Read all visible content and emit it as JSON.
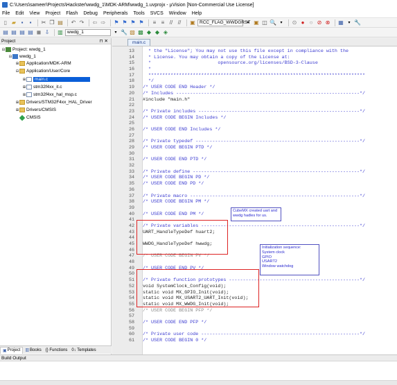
{
  "window": {
    "title": "C:\\Users\\sameer\\Projects\\Hackster\\wwdg_1\\MDK-ARM\\wwdg_1.uvprojx - µVision [Non-Commercial Use License]"
  },
  "menu": [
    "File",
    "Edit",
    "View",
    "Project",
    "Flash",
    "Debug",
    "Peripherals",
    "Tools",
    "SVCS",
    "Window",
    "Help"
  ],
  "toolbar1": {
    "target_combo": "RCC_FLAG_WWDGRST"
  },
  "toolbar2": {
    "target_select": "wwdg_1"
  },
  "project_panel": {
    "title": "Project",
    "tree": [
      {
        "label": "Project: wwdg_1",
        "depth": 0,
        "icon": "project",
        "expand": "minus"
      },
      {
        "label": "wwdg_1",
        "depth": 1,
        "icon": "target",
        "expand": "minus"
      },
      {
        "label": "Application/MDK-ARM",
        "depth": 2,
        "icon": "folder",
        "expand": "plus"
      },
      {
        "label": "Application/User/Core",
        "depth": 2,
        "icon": "folder",
        "expand": "minus"
      },
      {
        "label": "main.c",
        "depth": 3,
        "icon": "file",
        "expand": "plus",
        "selected": true
      },
      {
        "label": "stm32f4xx_it.c",
        "depth": 3,
        "icon": "file",
        "expand": "plus"
      },
      {
        "label": "stm32f4xx_hal_msp.c",
        "depth": 3,
        "icon": "file",
        "expand": "plus"
      },
      {
        "label": "Drivers/STM32F4xx_HAL_Driver",
        "depth": 2,
        "icon": "folder",
        "expand": "plus"
      },
      {
        "label": "Drivers/CMSIS",
        "depth": 2,
        "icon": "folder",
        "expand": "plus"
      },
      {
        "label": "CMSIS",
        "depth": 2,
        "icon": "gem",
        "expand": ""
      }
    ],
    "tabs": [
      "Project",
      "Books",
      "{} Functions",
      "0↓ Templates"
    ]
  },
  "editor": {
    "tab": "main.c",
    "lines": [
      {
        "n": "13",
        "text": "  * the \"License\"; You may not use this file except in compliance with the",
        "style": "comment"
      },
      {
        "n": "14",
        "text": "  * License. You may obtain a copy of the License at:",
        "style": "comment"
      },
      {
        "n": "15",
        "text": "  *                        opensource.org/licenses/BSD-3-Clause",
        "style": "comment"
      },
      {
        "n": "16",
        "text": "  *",
        "style": "comment"
      },
      {
        "n": "17",
        "text": "  ******************************************************************************",
        "style": "comment"
      },
      {
        "n": "18",
        "text": "  */",
        "style": "comment"
      },
      {
        "n": "19",
        "text": "/* USER CODE END Header */",
        "style": "comment"
      },
      {
        "n": "20",
        "text": "/* Includes ------------------------------------------------------------------*/",
        "style": "comment"
      },
      {
        "n": "21",
        "text": "#include \"main.h\"",
        "style": "code"
      },
      {
        "n": "22",
        "text": "",
        "style": "code"
      },
      {
        "n": "23",
        "text": "/* Private includes ----------------------------------------------------------*/",
        "style": "comment"
      },
      {
        "n": "24",
        "text": "/* USER CODE BEGIN Includes */",
        "style": "comment"
      },
      {
        "n": "25",
        "text": "",
        "style": "code"
      },
      {
        "n": "26",
        "text": "/* USER CODE END Includes */",
        "style": "comment"
      },
      {
        "n": "27",
        "text": "",
        "style": "code"
      },
      {
        "n": "28",
        "text": "/* Private typedef -----------------------------------------------------------*/",
        "style": "comment"
      },
      {
        "n": "29",
        "text": "/* USER CODE BEGIN PTD */",
        "style": "comment"
      },
      {
        "n": "30",
        "text": "",
        "style": "code"
      },
      {
        "n": "31",
        "text": "/* USER CODE END PTD */",
        "style": "comment"
      },
      {
        "n": "32",
        "text": "",
        "style": "code"
      },
      {
        "n": "33",
        "text": "/* Private define ------------------------------------------------------------*/",
        "style": "comment"
      },
      {
        "n": "34",
        "text": "/* USER CODE BEGIN PD */",
        "style": "comment"
      },
      {
        "n": "35",
        "text": "/* USER CODE END PD */",
        "style": "comment"
      },
      {
        "n": "36",
        "text": "",
        "style": "code"
      },
      {
        "n": "37",
        "text": "/* Private macro -------------------------------------------------------------*/",
        "style": "comment"
      },
      {
        "n": "38",
        "text": "/* USER CODE BEGIN PM */",
        "style": "comment"
      },
      {
        "n": "39",
        "text": "",
        "style": "code"
      },
      {
        "n": "40",
        "text": "/* USER CODE END PM */",
        "style": "comment"
      },
      {
        "n": "41",
        "text": "",
        "style": "code"
      },
      {
        "n": "42",
        "text": "/* Private variables ---------------------------------------------------------*/",
        "style": "comment"
      },
      {
        "n": "43",
        "text": "UART_HandleTypeDef huart2;",
        "style": "code"
      },
      {
        "n": "44",
        "text": "",
        "style": "code"
      },
      {
        "n": "45",
        "text": "WWDG_HandleTypeDef hwwdg;",
        "style": "code"
      },
      {
        "n": "46",
        "text": "",
        "style": "code"
      },
      {
        "n": "47",
        "text": "/* USER CODE BEGIN PV */",
        "style": "gray"
      },
      {
        "n": "48",
        "text": "",
        "style": "code"
      },
      {
        "n": "49",
        "text": "/* USER CODE END PV */",
        "style": "comment"
      },
      {
        "n": "50",
        "text": "",
        "style": "code"
      },
      {
        "n": "51",
        "text": "/* Private function prototypes -----------------------------------------------*/",
        "style": "comment"
      },
      {
        "n": "52",
        "text": "void SystemClock_Config(void);",
        "style": "code"
      },
      {
        "n": "53",
        "text": "static void MX_GPIO_Init(void);",
        "style": "code"
      },
      {
        "n": "54",
        "text": "static void MX_USART2_UART_Init(void);",
        "style": "code"
      },
      {
        "n": "55",
        "text": "static void MX_WWDG_Init(void);",
        "style": "code"
      },
      {
        "n": "56",
        "text": "/* USER CODE BEGIN PFP */",
        "style": "gray"
      },
      {
        "n": "57",
        "text": "",
        "style": "code"
      },
      {
        "n": "58",
        "text": "/* USER CODE END PFP */",
        "style": "comment"
      },
      {
        "n": "59",
        "text": "",
        "style": "code"
      },
      {
        "n": "60",
        "text": "/* Private user code ---------------------------------------------------------*/",
        "style": "comment"
      },
      {
        "n": "61",
        "text": "/* USER CODE BEGIN 0 */",
        "style": "comment"
      }
    ]
  },
  "annotations": {
    "note1": "CubeMX created uart and wwdg hadles for us.",
    "note2_lines": [
      "Initialization sequence:",
      "System clock",
      "GPIO",
      "USART2",
      "Window watchdog"
    ]
  },
  "build_output": {
    "title": "Build Output"
  }
}
